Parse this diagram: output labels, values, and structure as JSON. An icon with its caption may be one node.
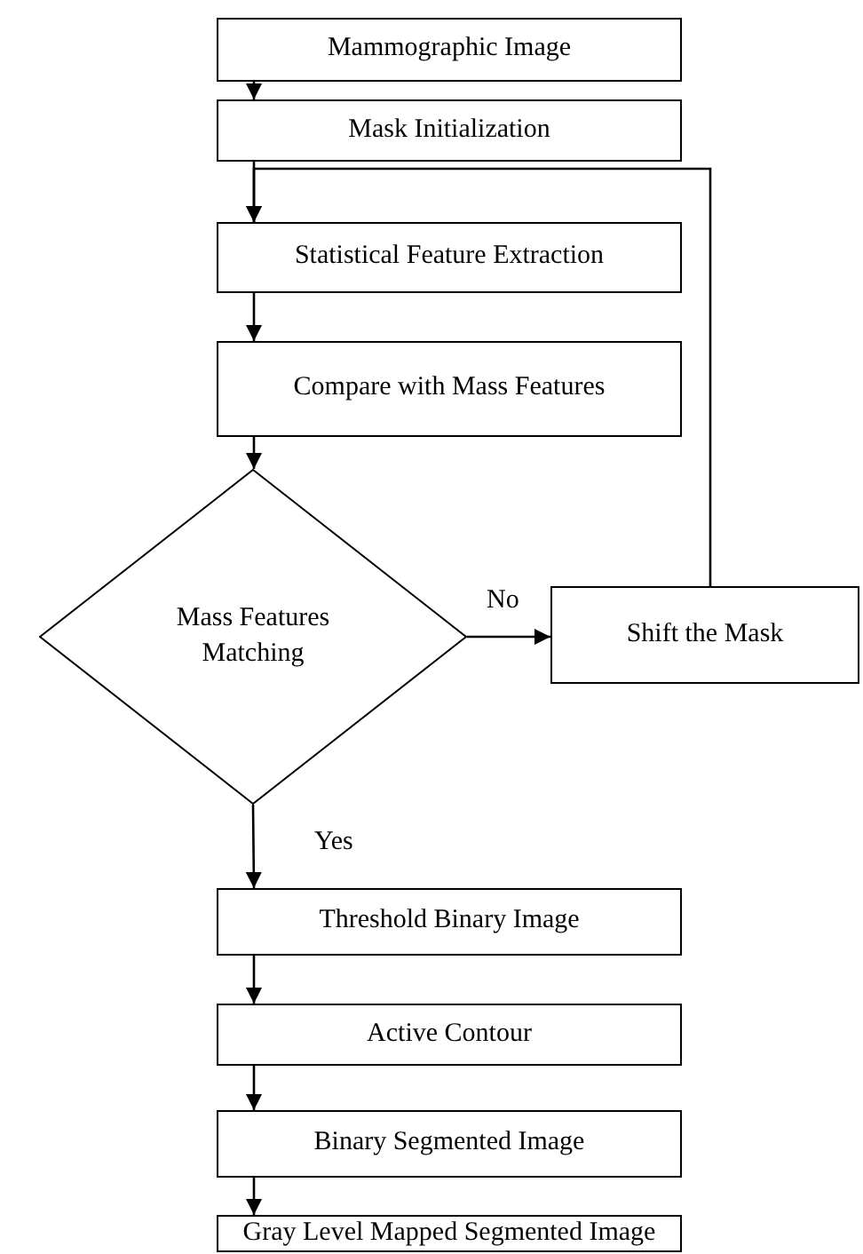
{
  "diagram": {
    "nodes": [
      {
        "text": [
          "Mammographic Image"
        ]
      },
      {
        "text": [
          "Mask Initialization"
        ]
      },
      {
        "text": [
          "Statistical Feature Extraction"
        ]
      },
      {
        "text": [
          "Compare with Mass Features"
        ]
      },
      {
        "text": [
          "Mass Features Matching"
        ]
      },
      {
        "text": [
          "Shift the Mask"
        ]
      },
      {
        "text": [
          "Threshold Binary Image"
        ]
      },
      {
        "text": [
          "Active Contour"
        ]
      },
      {
        "text": [
          "Binary Segmented Image"
        ]
      },
      {
        "text": [
          "Gray Level Mapped Segmented Image"
        ]
      }
    ],
    "edges": [
      {
        "from": 0,
        "to": 1,
        "arrow": "to"
      },
      {
        "from": 1,
        "to": 2,
        "arrow": "to"
      },
      {
        "from": 5,
        "to": 2,
        "arrow": "to"
      },
      {
        "from": 2,
        "to": 3,
        "arrow": "to"
      },
      {
        "from": 3,
        "to": 4,
        "arrow": "to"
      },
      {
        "from": 4,
        "to": 5,
        "arrow": "to",
        "label": "No"
      },
      {
        "from": 4,
        "to": 6,
        "arrow": "to",
        "label": "Yes"
      },
      {
        "from": 6,
        "to": 7,
        "arrow": "to"
      },
      {
        "from": 7,
        "to": 8,
        "arrow": "to"
      },
      {
        "from": 8,
        "to": 9,
        "arrow": "to"
      }
    ]
  }
}
